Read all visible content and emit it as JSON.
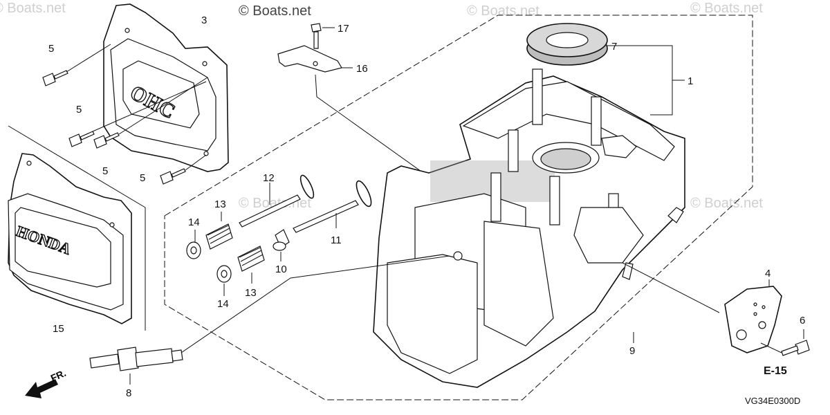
{
  "diagram": {
    "watermark": "© Boats.net",
    "callouts": {
      "c1": "1",
      "c3": "3",
      "c4": "4",
      "c5a": "5",
      "c5b": "5",
      "c5c": "5",
      "c5d": "5",
      "c6": "6",
      "c7": "7",
      "c8": "8",
      "c9": "9",
      "c10": "10",
      "c11": "11",
      "c12": "12",
      "c13a": "13",
      "c13b": "13",
      "c14a": "14",
      "c14b": "14",
      "c15": "15",
      "c16": "16",
      "c17": "17"
    },
    "cover_emblem_ohc": "OHC",
    "cover_emblem_honda": "HONDA",
    "front_arrow_label": "FR.",
    "section_ref": "E-15",
    "drawing_code": "VG34E0300D"
  }
}
